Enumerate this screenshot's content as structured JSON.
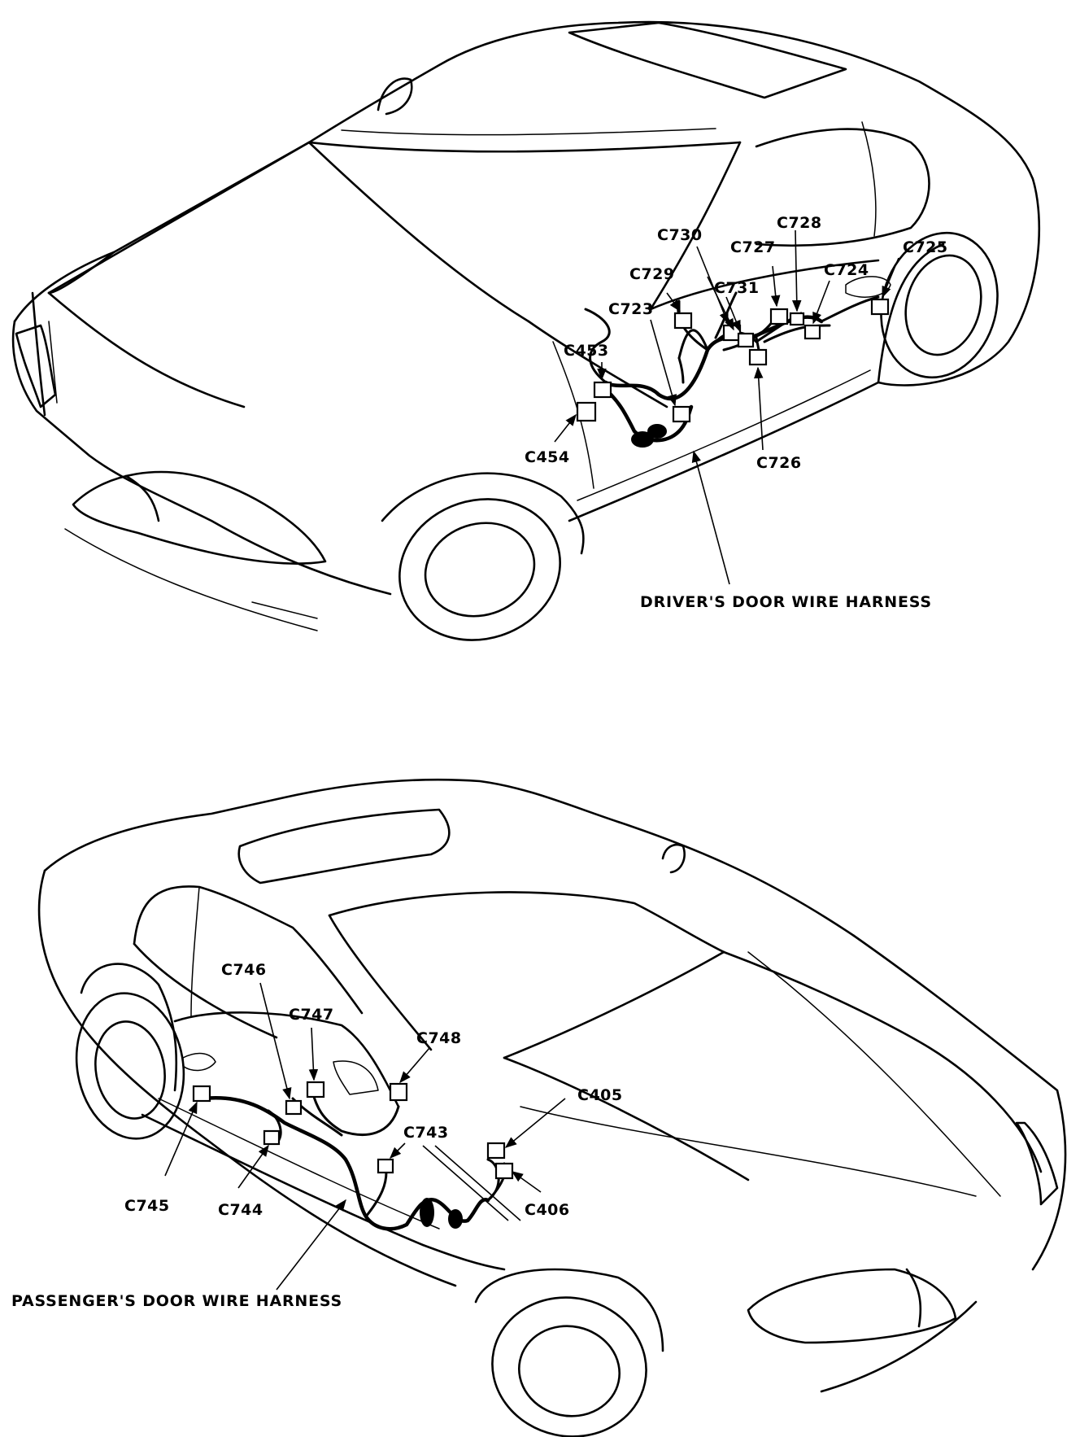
{
  "driver_view": {
    "caption": "DRIVER'S DOOR WIRE HARNESS",
    "connectors": {
      "c453": "C453",
      "c454": "C454",
      "c723": "C723",
      "c724": "C724",
      "c725": "C725",
      "c726": "C726",
      "c727": "C727",
      "c728": "C728",
      "c729": "C729",
      "c730": "C730",
      "c731": "C731"
    }
  },
  "passenger_view": {
    "caption": "PASSENGER'S DOOR WIRE HARNESS",
    "connectors": {
      "c405": "C405",
      "c406": "C406",
      "c743": "C743",
      "c744": "C744",
      "c745": "C745",
      "c746": "C746",
      "c747": "C747",
      "c748": "C748"
    }
  }
}
